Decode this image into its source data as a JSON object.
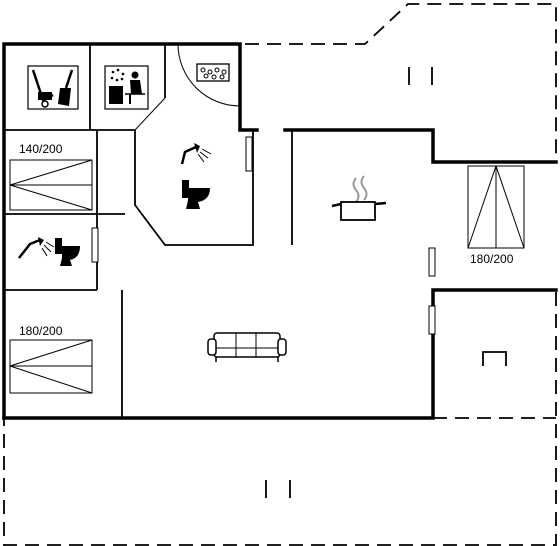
{
  "rooms": {
    "bedroom_1": {
      "bed_label": "140/200"
    },
    "bedroom_2": {
      "bed_label": "180/200"
    },
    "bedroom_3": {
      "bed_label": "180/200"
    }
  },
  "icons": {
    "utility": [
      "vacuum-cleaner-icon"
    ],
    "sauna": [
      "sauna-icon"
    ],
    "spa": [
      "whirlpool-icon"
    ],
    "bathroom_1": [
      "shower-icon",
      "toilet-icon"
    ],
    "bathroom_2": [
      "shower-icon",
      "toilet-icon"
    ],
    "kitchen": [
      "cooking-pot-icon"
    ],
    "living": [
      "sofa-icon"
    ]
  },
  "colors": {
    "walls": "#000000",
    "background": "#ffffff"
  }
}
